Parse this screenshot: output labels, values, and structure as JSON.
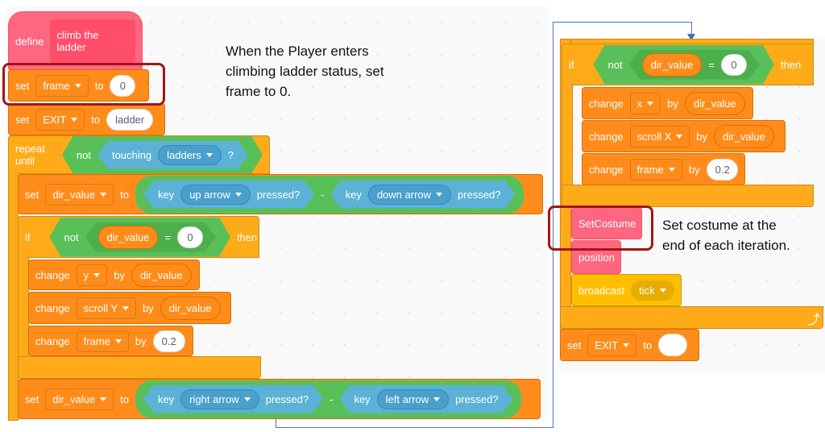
{
  "left": {
    "define": {
      "label": "define",
      "name": "climb the ladder"
    },
    "set_frame": {
      "label": "set",
      "var": "frame",
      "to": "to",
      "value": "0"
    },
    "set_exit": {
      "label": "set",
      "var": "EXIT",
      "to": "to",
      "value": "ladder"
    },
    "repeat": {
      "label": "repeat until",
      "not": "not",
      "touching": "touching",
      "target": "ladders",
      "q": "?"
    },
    "set_dir1": {
      "label": "set",
      "var": "dir_value",
      "to": "to",
      "key1": "key",
      "k1": "up arrow",
      "p1": "pressed?",
      "minus": "-",
      "key2": "key",
      "k2": "down arrow",
      "p2": "pressed?"
    },
    "if": {
      "label": "if",
      "not": "not",
      "var": "dir_value",
      "eq": "=",
      "value": "0",
      "then": "then"
    },
    "change_y": {
      "label": "change",
      "var": "y",
      "by": "by",
      "value": "dir_value"
    },
    "change_sy": {
      "label": "change",
      "var": "scroll Y",
      "by": "by",
      "value": "dir_value"
    },
    "change_frame": {
      "label": "change",
      "var": "frame",
      "by": "by",
      "value": "0.2"
    },
    "set_dir2": {
      "label": "set",
      "var": "dir_value",
      "to": "to",
      "key1": "key",
      "k1": "right arrow",
      "p1": "pressed?",
      "minus": "-",
      "key2": "key",
      "k2": "left arrow",
      "p2": "pressed?"
    }
  },
  "right": {
    "if": {
      "label": "if",
      "not": "not",
      "var": "dir_value",
      "eq": "=",
      "value": "0",
      "then": "then"
    },
    "change_x": {
      "label": "change",
      "var": "x",
      "by": "by",
      "value": "dir_value"
    },
    "change_sx": {
      "label": "change",
      "var": "scroll X",
      "by": "by",
      "value": "dir_value"
    },
    "change_frame": {
      "label": "change",
      "var": "frame",
      "by": "by",
      "value": "0.2"
    },
    "setcostume": "SetCostume",
    "position": "position",
    "broadcast": {
      "label": "broadcast",
      "msg": "tick"
    },
    "set_exit": {
      "label": "set",
      "var": "EXIT",
      "to": "to",
      "value": ""
    }
  },
  "notes": {
    "frame": "When the Player enters\nclimbing ladder status, set\nframe to 0.",
    "costume": "Set costume at the\nend of each iteration."
  }
}
